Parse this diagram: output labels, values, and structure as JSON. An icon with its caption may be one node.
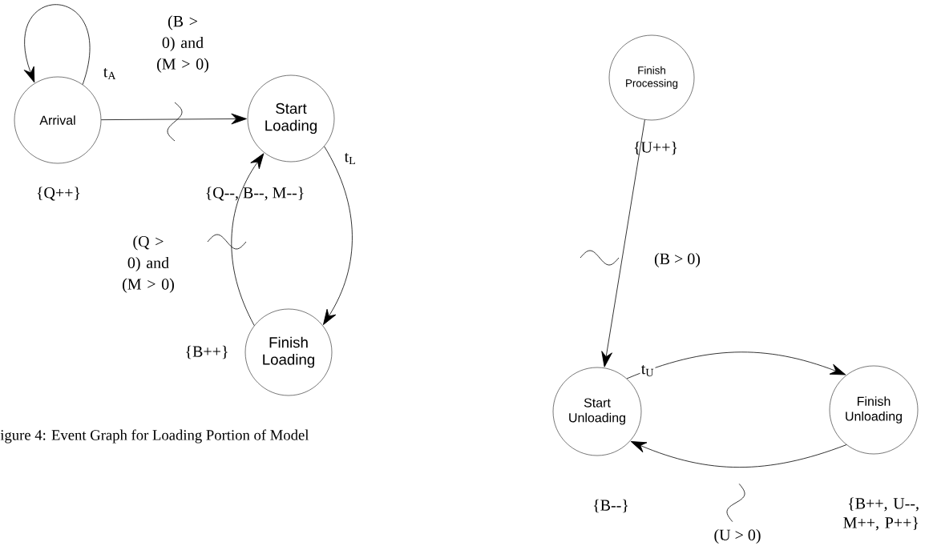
{
  "diagram": {
    "caption": "igure 4: Event Graph for Loading Portion of Model",
    "nodes": [
      {
        "text": [
          "Arrival"
        ],
        "beside": [
          "{Q++}"
        ]
      },
      {
        "text": [
          "Start Loading"
        ],
        "beside": [
          "{Q--, B--, M--}"
        ]
      },
      {
        "text": [
          "Finish Loading"
        ],
        "beside": [
          "{B++}"
        ]
      },
      {
        "text": [
          "Finish Processing"
        ],
        "beside": [
          "{U++}"
        ]
      },
      {
        "text": [
          "Start Unloading"
        ],
        "beside": [
          "{B--}"
        ]
      },
      {
        "text": [
          "Finish Unloading"
        ],
        "beside": [
          "{B++, U--, M++, P++}"
        ]
      }
    ],
    "edges": [
      {
        "from": 0,
        "to": 0,
        "arrow": "to",
        "label": "t$_{A}$"
      },
      {
        "from": 0,
        "to": 1,
        "arrow": "to",
        "label": "(B > 0) and (M > 0)"
      },
      {
        "from": 1,
        "to": 2,
        "arrow": "to",
        "label": "t$_{L}$"
      },
      {
        "from": 2,
        "to": 1,
        "arrow": "to",
        "label": "(Q > 0) and (M > 0)"
      },
      {
        "from": 3,
        "to": 4,
        "arrow": "to",
        "label": "(B > 0)"
      },
      {
        "from": 4,
        "to": 5,
        "arrow": "to",
        "label": "t$_{U}$"
      },
      {
        "from": 5,
        "to": 4,
        "arrow": "to",
        "label": "(U > 0)"
      }
    ]
  }
}
